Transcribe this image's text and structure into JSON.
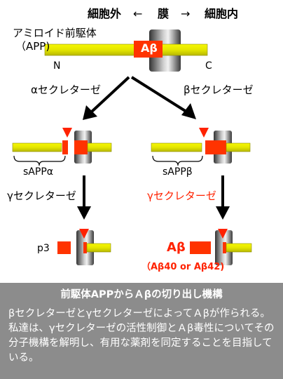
{
  "header": {
    "outside": "細胞外",
    "arrow_left": "←",
    "membrane": "膜",
    "arrow_right": "→",
    "inside": "細胞内"
  },
  "app": {
    "name": "アミロイド前駆体",
    "abbr": "（APP)",
    "n_term": "N",
    "c_term": "C",
    "abeta": "Aβ"
  },
  "left_branch": {
    "enzyme": "αセクレターゼ",
    "fragment": "sAPPα",
    "next_enzyme": "γセクレターゼ",
    "product": "p3"
  },
  "right_branch": {
    "enzyme": "βセクレターゼ",
    "fragment": "sAPPβ",
    "next_enzyme": "γセクレターゼ",
    "product": "Aβ",
    "product_detail": "（Aβ40 or Aβ42)"
  },
  "colors": {
    "app_bar": "#e8ea00",
    "abeta": "#ff3300",
    "cut_marker": "#ff2200",
    "highlight_text": "#ff2200",
    "caption_bg": "#8c8c8c"
  },
  "caption": {
    "title": "前駆体APPからＡβの切り出し機構",
    "body": "βセクレターゼとγセクレターゼによってＡβが作られる。私達は、γセクレターゼの活性制御とＡβ毒性についてその分子機構を解明し、有用な薬剤を同定することを目指している。"
  }
}
